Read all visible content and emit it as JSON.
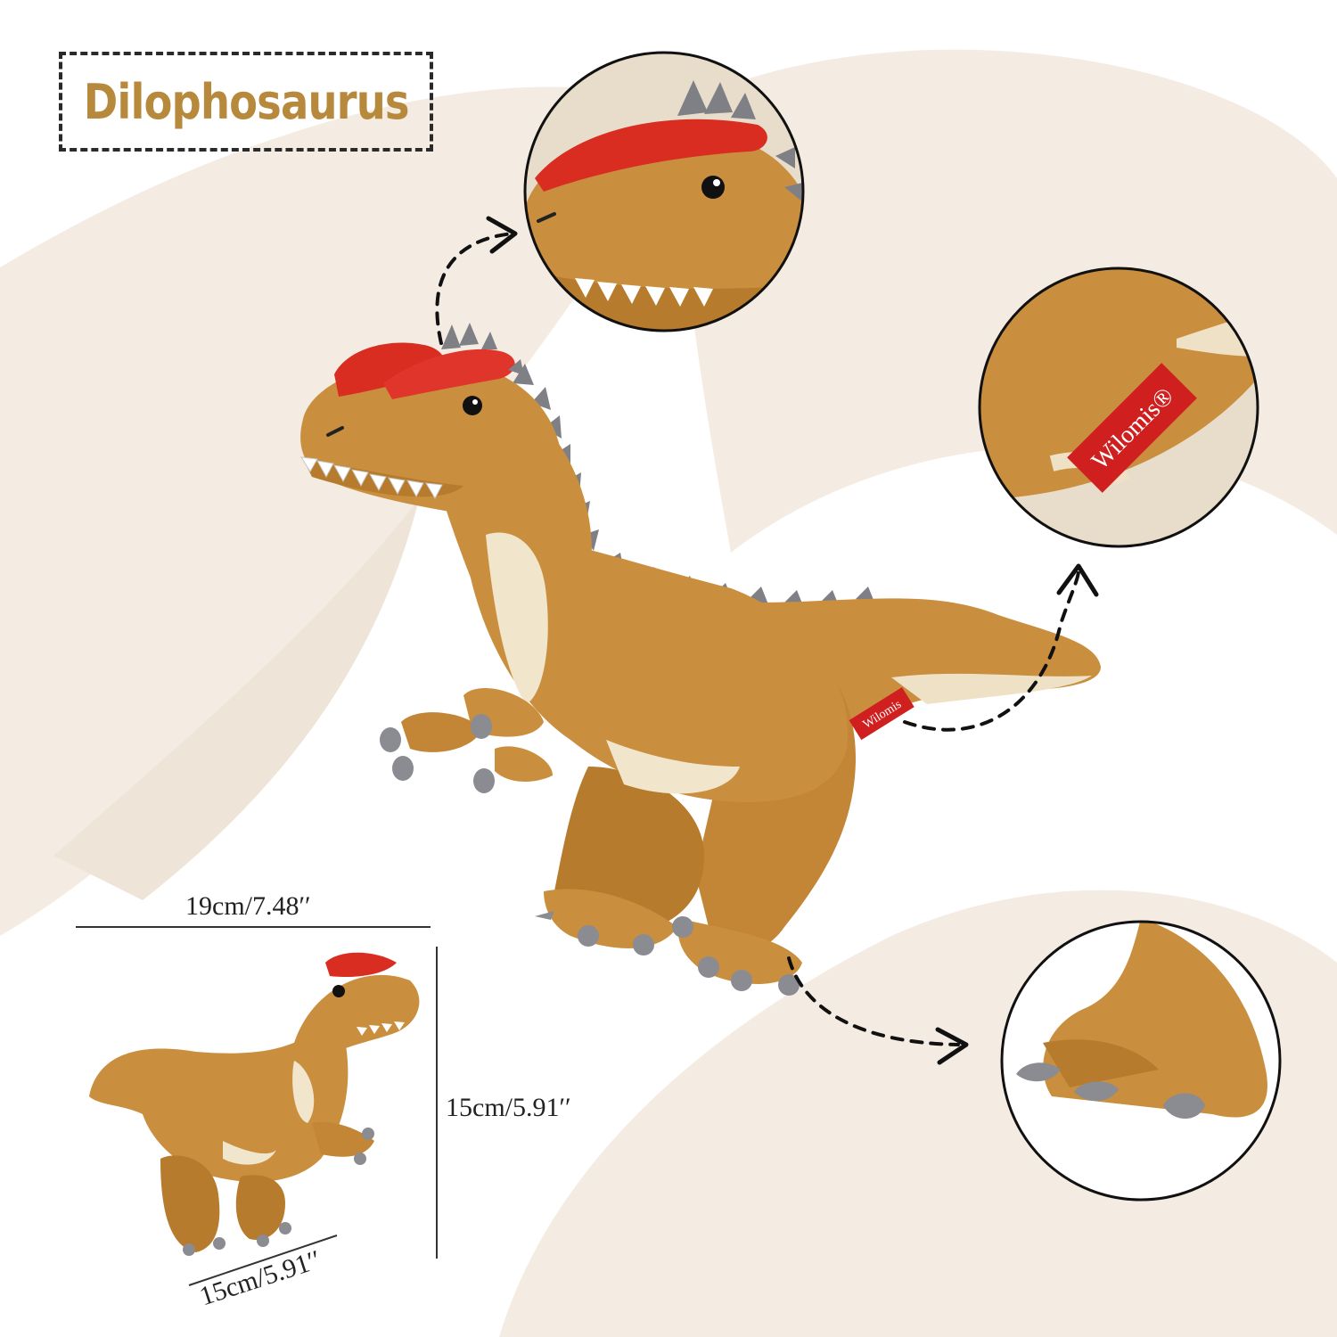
{
  "title": "Dilophosaurus",
  "brand_tag": "Wilomis",
  "brand_tag_closeup": "Wilomis®",
  "dimensions": {
    "width_label": "19cm/7.48′′",
    "height_label": "15cm/5.91′′",
    "depth_label": "15cm/5.91′′"
  },
  "colors": {
    "fur": "#c98f3e",
    "fur_shade": "#b67b2c",
    "belly": "#f1e6cc",
    "crest": "#d92d22",
    "spikes": "#7f7f86",
    "claws": "#8b8b92",
    "swoosh": "#f4ece3",
    "tag": "#cf1f1f"
  }
}
